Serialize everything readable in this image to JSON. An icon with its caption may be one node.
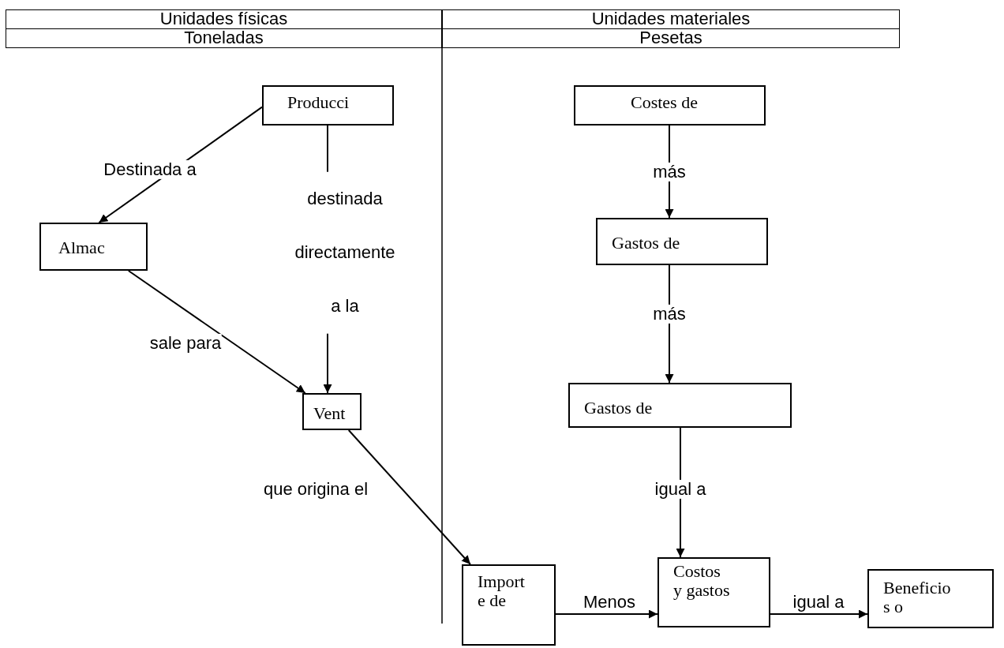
{
  "diagram": {
    "nodes": [
      {
        "text": [
          "Producci"
        ]
      },
      {
        "text": [
          "Almac"
        ]
      },
      {
        "text": [
          "Vent"
        ]
      },
      {
        "text": [
          "Costes de"
        ]
      },
      {
        "text": [
          "Gastos de"
        ]
      },
      {
        "text": [
          "Gastos de"
        ]
      },
      {
        "text": [
          "Import e de"
        ]
      },
      {
        "text": [
          "Costos y gastos"
        ]
      },
      {
        "text": [
          "Beneficio s o"
        ]
      }
    ],
    "edges": [
      {
        "from": 0,
        "to": 1,
        "arrow": "to",
        "label": "Destinada a"
      },
      {
        "from": 0,
        "to": 2,
        "arrow": "to",
        "label": "destinada directamente a la"
      },
      {
        "from": 1,
        "to": 2,
        "arrow": "to",
        "label": "sale para"
      },
      {
        "from": 2,
        "to": 6,
        "arrow": "to",
        "label": "que origina el"
      },
      {
        "from": 3,
        "to": 4,
        "arrow": "to",
        "label": "más"
      },
      {
        "from": 4,
        "to": 5,
        "arrow": "to",
        "label": "más"
      },
      {
        "from": 5,
        "to": 7,
        "arrow": "to",
        "label": "igual a"
      },
      {
        "from": 6,
        "to": 7,
        "arrow": "to",
        "label": "Menos"
      },
      {
        "from": 7,
        "to": 8,
        "arrow": "to",
        "label": "igual a"
      }
    ],
    "labels": [
      "Unidades físicas",
      "Unidades materiales",
      "Toneladas",
      "Pesetas"
    ]
  }
}
